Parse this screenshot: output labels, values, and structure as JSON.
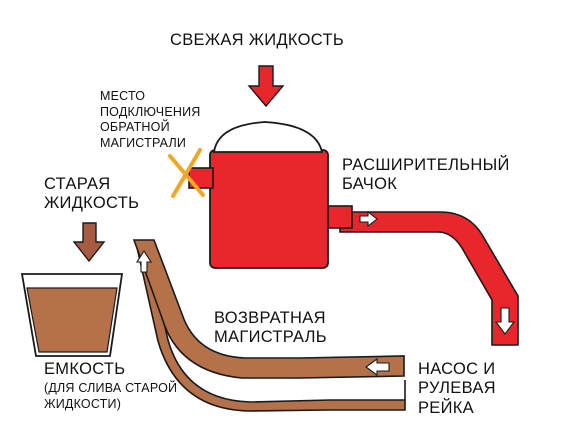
{
  "labels": {
    "fresh_fluid": "СВЕЖАЯ ЖИДКОСТЬ",
    "connection_point": [
      "МЕСТО",
      "ПОДКЛЮЧЕНИЯ",
      "ОБРАТНОЙ",
      "МАГИСТРАЛИ"
    ],
    "expansion_tank": [
      "РАСШИРИТЕЛЬНЫЙ",
      "БАЧОК"
    ],
    "old_fluid": [
      "СТАРАЯ",
      "ЖИДКОСТЬ"
    ],
    "return_line": [
      "ВОЗВРАТНАЯ",
      "МАГИСТРАЛЬ"
    ],
    "container": "ЕМКОСТЬ",
    "container_note": [
      "(ДЛЯ СЛИВА СТАРОЙ",
      "ЖИДКОСТИ)"
    ],
    "pump": [
      "НАСОС И",
      "РУЛЕВАЯ",
      "РЕЙКА"
    ]
  },
  "colors": {
    "fresh_fluid": "#e8262b",
    "old_fluid": "#b5714a",
    "arrow": "#a85a43",
    "cross": "#f5a524",
    "outline": "#1a1a1a"
  },
  "icons": {
    "flow_arrows": "arrow-icon",
    "disconnect_mark": "cross-icon"
  }
}
